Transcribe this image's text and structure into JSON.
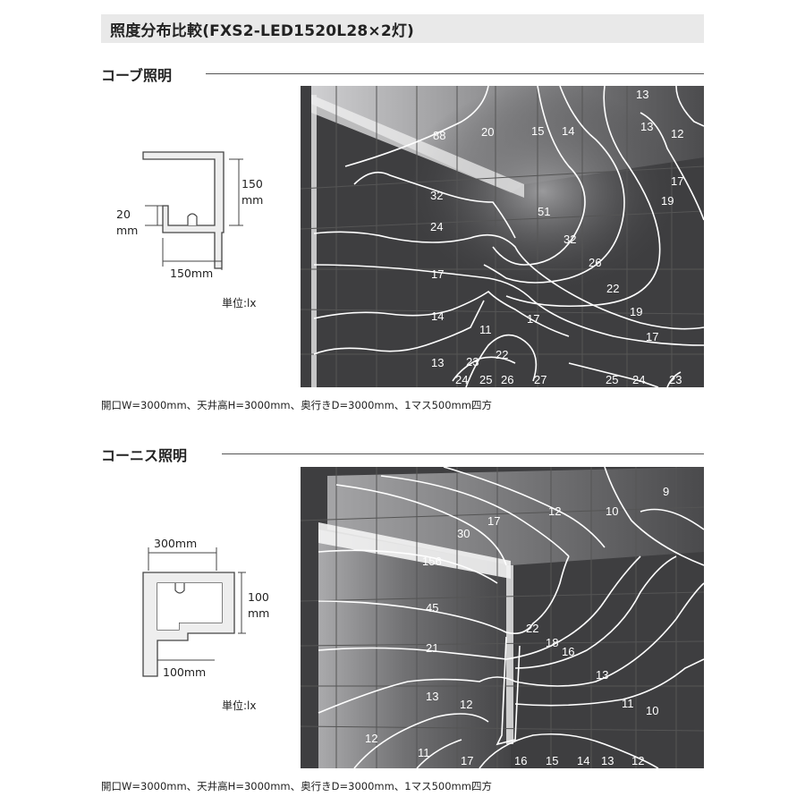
{
  "title": "照度分布比較(FXS2-LED1520L28×2灯)",
  "sections": [
    {
      "heading": "コーブ照明",
      "unit_label": "単位:lx",
      "dims": {
        "height": "150",
        "height_unit": "mm",
        "lip": "20",
        "lip_unit": "mm",
        "width": "150mm"
      },
      "caption": "開口W=3000mm、天井高H=3000mm、奥行きD=3000mm、1マス500mm四方",
      "labels": [
        "13",
        "88",
        "20",
        "15",
        "14",
        "13",
        "12",
        "17",
        "19",
        "32",
        "51",
        "24",
        "32",
        "26",
        "17",
        "22",
        "19",
        "14",
        "17",
        "11",
        "17",
        "22",
        "13",
        "23",
        "24",
        "25",
        "26",
        "27",
        "25",
        "24",
        "23"
      ]
    },
    {
      "heading": "コーニス照明",
      "unit_label": "単位:lx",
      "dims": {
        "width": "300mm",
        "height": "100",
        "height_unit": "mm",
        "bottom": "100mm"
      },
      "caption": "開口W=3000mm、天井高H=3000mm、奥行きD=3000mm、1マス500mm四方",
      "labels": [
        "9",
        "17",
        "12",
        "10",
        "30",
        "156",
        "45",
        "22",
        "18",
        "16",
        "21",
        "13",
        "13",
        "11",
        "12",
        "10",
        "12",
        "11",
        "17",
        "16",
        "15",
        "14",
        "13",
        "12"
      ]
    }
  ]
}
